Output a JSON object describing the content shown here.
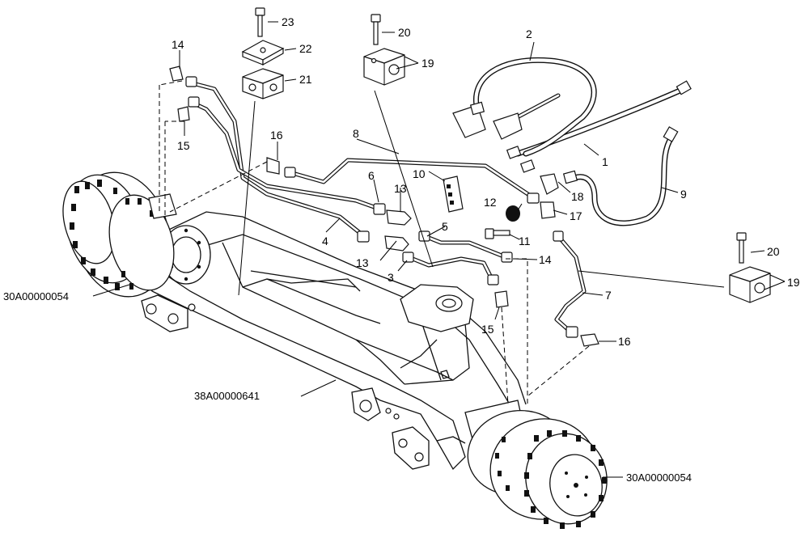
{
  "callouts": {
    "n1": "1",
    "n2": "2",
    "n3": "3",
    "n4": "4",
    "n5": "5",
    "n6": "6",
    "n7": "7",
    "n8": "8",
    "n9": "9",
    "n10": "10",
    "n11": "11",
    "n12": "12",
    "n13a": "13",
    "n13b": "13",
    "n14a": "14",
    "n14b": "14",
    "n15a": "15",
    "n15b": "15",
    "n16a": "16",
    "n16b": "16",
    "n17": "17",
    "n18": "18",
    "n19a": "19",
    "n19b": "19",
    "n20a": "20",
    "n20b": "20",
    "n21": "21",
    "n22": "22",
    "n23": "23"
  },
  "part_codes": {
    "hub_left": "30A00000054",
    "axle_housing": "38A00000641",
    "hub_right": "30A00000054"
  }
}
